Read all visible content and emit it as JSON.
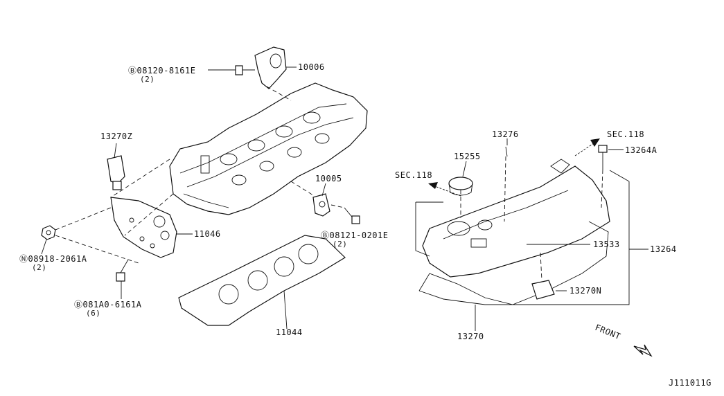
{
  "labels": {
    "l1": "Ⓑ08120-8161E",
    "l1q": "(2)",
    "l2": "10006",
    "l3": "13270Z",
    "l4": "11046",
    "l5": "Ⓝ08918-2061A",
    "l5q": "(2)",
    "l6": "Ⓑ081A0-6161A",
    "l6q": "(6)",
    "l7": "10005",
    "l8": "Ⓑ08121-0201E",
    "l8q": "(2)",
    "l9": "11044",
    "l10": "13276",
    "l11": "15255",
    "l12": "SEC.118",
    "l13": "SEC.118",
    "l14": "13264A",
    "l15": "13533",
    "l16": "13264",
    "l17": "13270N",
    "l18": "13270",
    "front": "FRONT",
    "code": "J111011G"
  }
}
